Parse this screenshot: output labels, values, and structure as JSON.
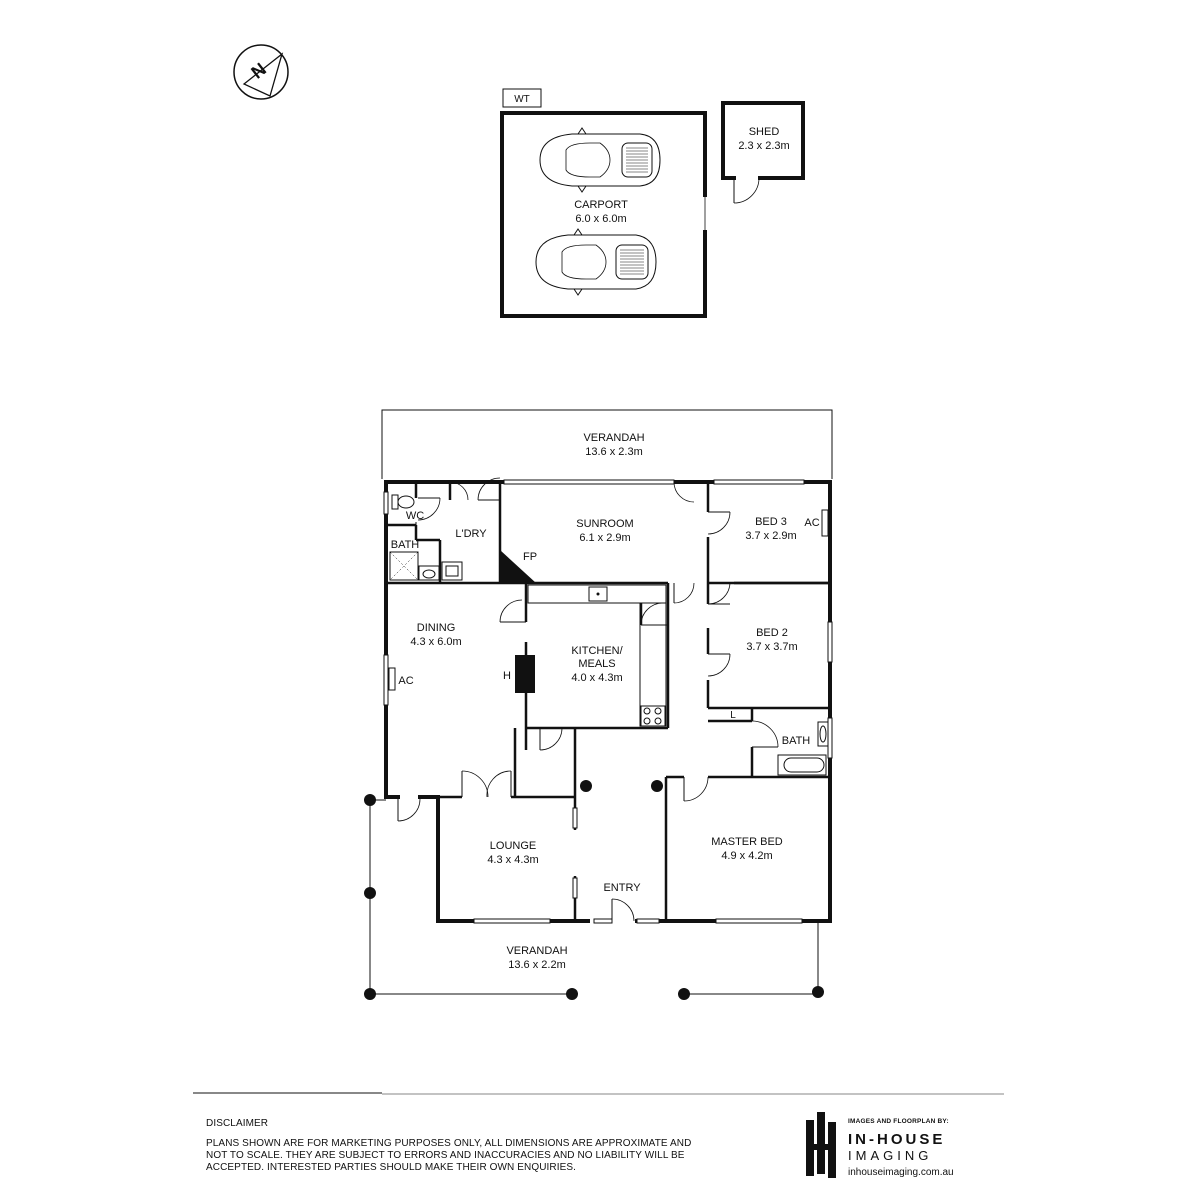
{
  "compass": {
    "label": "N"
  },
  "outbuildings": {
    "water_tank": "WT",
    "carport": {
      "name": "CARPORT",
      "size": "6.0 x 6.0m"
    },
    "shed": {
      "name": "SHED",
      "size": "2.3 x 2.3m"
    }
  },
  "rooms": {
    "verandah_rear": {
      "name": "VERANDAH",
      "size": "13.6 x 2.3m"
    },
    "wc": {
      "name": "WC"
    },
    "laundry": {
      "name": "L'DRY"
    },
    "bath_small": {
      "name": "BATH"
    },
    "fireplace": {
      "name": "FP"
    },
    "sunroom": {
      "name": "SUNROOM",
      "size": "6.1 x 2.9m"
    },
    "bed3": {
      "name": "BED 3",
      "size": "3.7 x 2.9m",
      "ac": "AC"
    },
    "dining": {
      "name": "DINING",
      "size": "4.3 x 6.0m",
      "ac": "AC"
    },
    "heater": {
      "name": "H"
    },
    "kitchen": {
      "name_line1": "KITCHEN/",
      "name_line2": "MEALS",
      "size": "4.0 x 4.3m"
    },
    "bed2": {
      "name": "BED 2",
      "size": "3.7 x 3.7m"
    },
    "linen": {
      "name": "L"
    },
    "bath": {
      "name": "BATH"
    },
    "lounge": {
      "name": "LOUNGE",
      "size": "4.3 x 4.3m"
    },
    "entry": {
      "name": "ENTRY"
    },
    "master_bed": {
      "name": "MASTER BED",
      "size": "4.9 x 4.2m"
    },
    "verandah_front": {
      "name": "VERANDAH",
      "size": "13.6 x 2.2m"
    }
  },
  "disclaimer": {
    "heading": "DISCLAIMER",
    "line1": "PLANS SHOWN ARE FOR MARKETING PURPOSES ONLY, ALL DIMENSIONS ARE APPROXIMATE AND",
    "line2": "NOT TO SCALE. THEY ARE SUBJECT TO ERRORS AND INACCURACIES AND NO LIABILITY WILL BE",
    "line3": "ACCEPTED. INTERESTED PARTIES SHOULD MAKE THEIR OWN ENQUIRIES."
  },
  "branding": {
    "credit": "IMAGES AND FLOORPLAN BY:",
    "name_line1": "IN-HOUSE",
    "name_line2": "IMAGING",
    "url": "inhouseimaging.com.au",
    "logo_icon": "in-house-logo-icon"
  }
}
